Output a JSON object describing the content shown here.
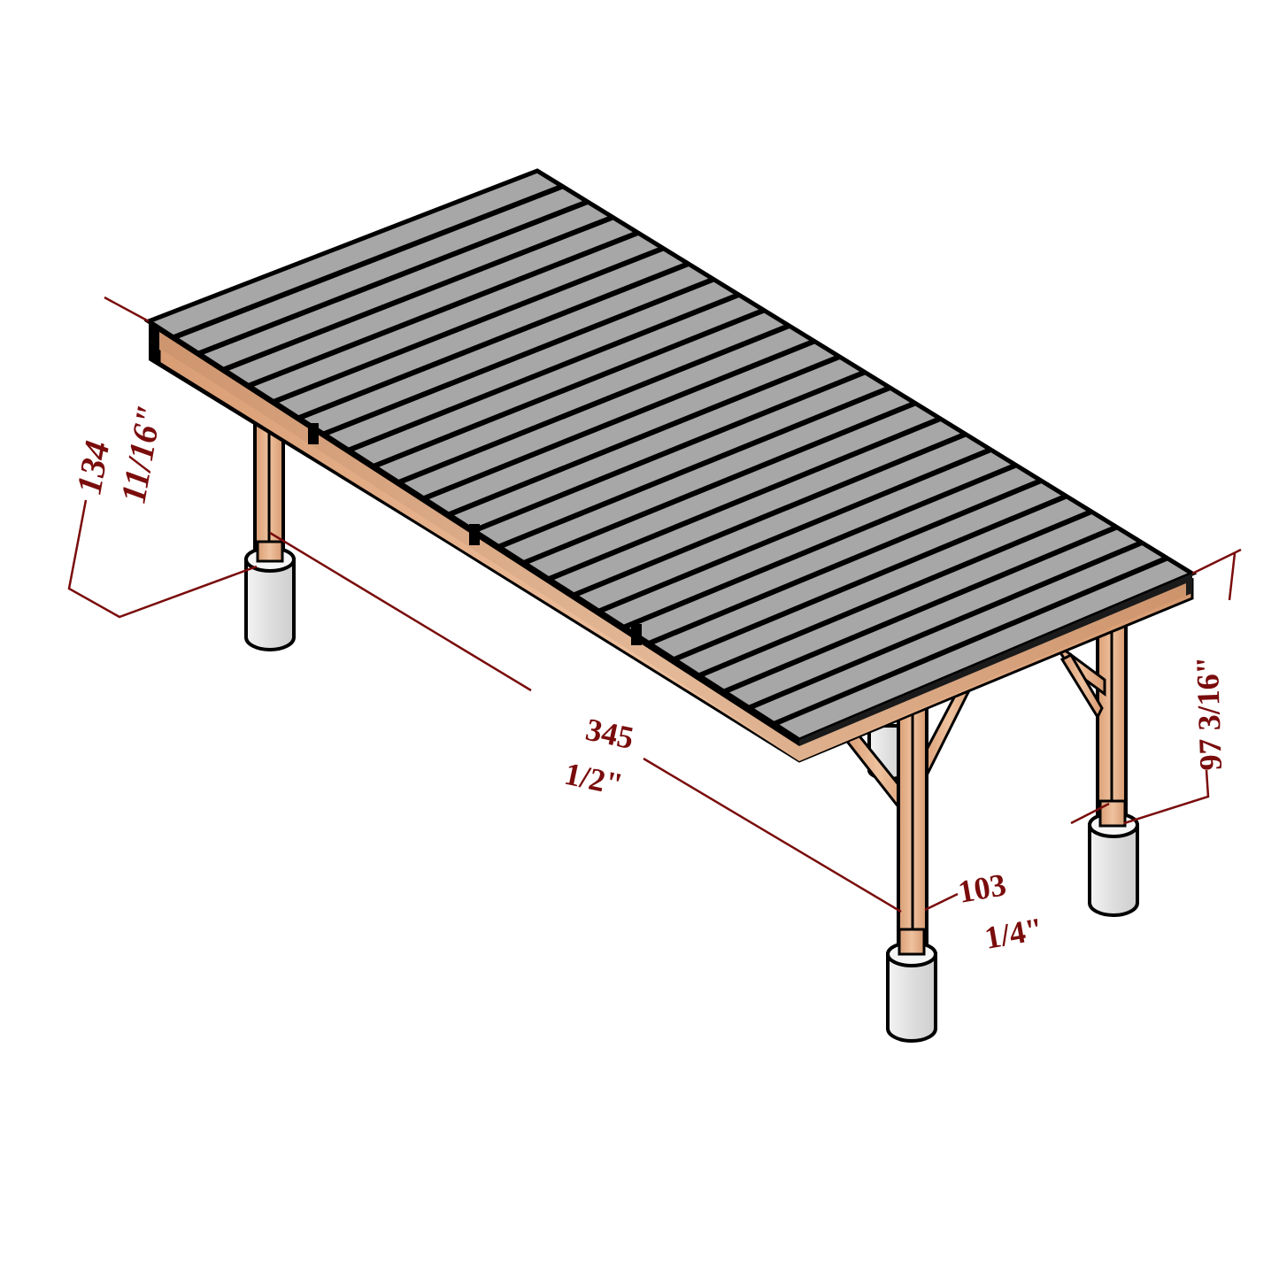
{
  "diagram": {
    "subject": "Freestanding lean-to pergola / carport frame with plank roof, isometric view",
    "colors": {
      "dimension": "#7a0c0c",
      "roof_plank": "#a7a7a7",
      "outline": "#000000",
      "wood": "#e5b08a",
      "wood_dark": "#c98e64",
      "footing": "#e2e2e2",
      "background": "#ffffff"
    },
    "components": {
      "roof_planks_count": 26,
      "posts_count": 4,
      "footings_count": 4,
      "beam_joints_count": 3
    }
  },
  "dimensions": {
    "height_back": {
      "line1": "134",
      "line2": "11/16\""
    },
    "length": {
      "line1": "345",
      "line2": "1/2\""
    },
    "width": {
      "line1": "103",
      "line2": "1/4\""
    },
    "height_front": {
      "line1": "97 3/16\""
    }
  }
}
